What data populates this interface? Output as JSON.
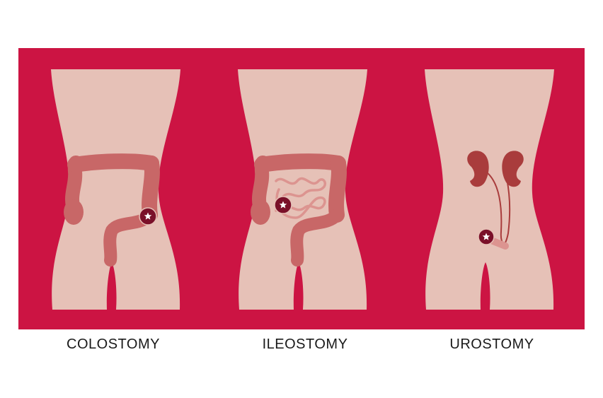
{
  "colors": {
    "background": "#cc1443",
    "skin": "#e6c1b7",
    "colon": "#c86767",
    "small_intestine": "#dc9490",
    "kidney": "#a93c3c",
    "stoma_marker": "#7a1029"
  },
  "panels": [
    {
      "label": "COLOSTOMY",
      "organ": "colon",
      "marker": "star-icon"
    },
    {
      "label": "ILEOSTOMY",
      "organ": "colon-and-small-intestine",
      "marker": "star-icon"
    },
    {
      "label": "UROSTOMY",
      "organ": "kidneys-and-ureters",
      "marker": "star-icon"
    }
  ]
}
